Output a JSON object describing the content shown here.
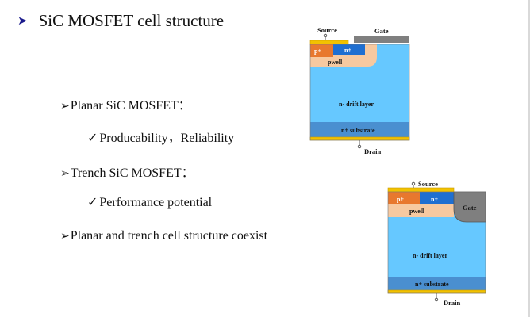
{
  "title": "SiC MOSFET cell structure",
  "title_bullet": "➤",
  "bullets": [
    {
      "marker": "➢",
      "text": "Planar SiC MOSFET："
    },
    {
      "marker": "✓",
      "text": "Producability，Reliability"
    },
    {
      "marker": "➢",
      "text": "Trench SiC MOSFET："
    },
    {
      "marker": "✓",
      "text": "Performance potential"
    },
    {
      "marker": "➢",
      "text": "Planar and trench cell structure coexist"
    }
  ],
  "planar": {
    "source": "Source",
    "gate": "Gate",
    "p_plus": "p+",
    "n_plus": "n+",
    "pwell": "pwell",
    "drift": "n- drift layer",
    "substrate": "n+ substrate",
    "drain": "Drain"
  },
  "trench": {
    "source": "Source",
    "gate": "Gate",
    "p_plus": "p+",
    "n_plus": "n+",
    "pwell": "pwell",
    "drift": "n- drift layer",
    "substrate": "n+ substrate",
    "drain": "Drain"
  },
  "colors": {
    "metal": "#f2c200",
    "metal_edge": "#c99a00",
    "gate": "#7f7f7f",
    "p_plus": "#e8782e",
    "n_plus": "#1f6fd1",
    "pwell": "#f7c9a0",
    "drift": "#66c8ff",
    "substrate": "#4a8fd0",
    "outline": "#555555"
  }
}
